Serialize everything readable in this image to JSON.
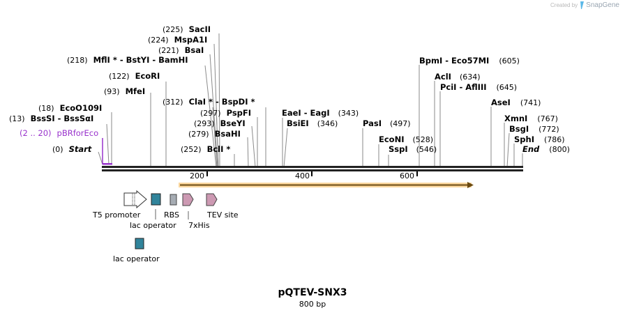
{
  "credit": {
    "prefix": "Created by",
    "brand": "SnapGene"
  },
  "title": "pQTEV-SNX3",
  "subtitle": "800 bp",
  "sequence": {
    "length": 800,
    "ruler_ticks": [
      "200",
      "400",
      "600"
    ]
  },
  "primer": {
    "label": "pBRforEco",
    "range": "(2 .. 20)",
    "color": "#9933cc"
  },
  "sites": [
    {
      "pos": "(0)",
      "name": "Start",
      "italic": true
    },
    {
      "pos": "(13)",
      "name": "BssSI  -  BssSαI"
    },
    {
      "pos": "(18)",
      "name": "EcoO109I"
    },
    {
      "pos": "(93)",
      "name": "MfeI"
    },
    {
      "pos": "(122)",
      "name": "EcoRI"
    },
    {
      "pos": "(218)",
      "name": "MflI * - BstYI  - BamHI"
    },
    {
      "pos": "(221)",
      "name": "BsaI"
    },
    {
      "pos": "(224)",
      "name": "MspA1I"
    },
    {
      "pos": "(225)",
      "name": "SacII"
    },
    {
      "pos": "(252)",
      "name": "BclI *"
    },
    {
      "pos": "(279)",
      "name": "BsaHI"
    },
    {
      "pos": "(293)",
      "name": "BseYI"
    },
    {
      "pos": "(297)",
      "name": "PspFI"
    },
    {
      "pos": "(312)",
      "name": "ClaI *  - BspDI *"
    },
    {
      "pos": "(343)",
      "name": "EaeI  - EagI"
    },
    {
      "pos": "(346)",
      "name": "BsiEI"
    },
    {
      "pos": "(497)",
      "name": "PasI"
    },
    {
      "pos": "(528)",
      "name": "EcoNI"
    },
    {
      "pos": "(546)",
      "name": "SspI"
    },
    {
      "pos": "(605)",
      "name": "BpmI  - Eco57MI"
    },
    {
      "pos": "(634)",
      "name": "AclI"
    },
    {
      "pos": "(645)",
      "name": "PciI  - AflIII"
    },
    {
      "pos": "(741)",
      "name": "AseI"
    },
    {
      "pos": "(767)",
      "name": "XmnI"
    },
    {
      "pos": "(772)",
      "name": "BsgI"
    },
    {
      "pos": "(786)",
      "name": "SphI"
    },
    {
      "pos": "(800)",
      "name": "End",
      "italic": true
    }
  ],
  "features": [
    {
      "name": "T5 promoter",
      "type": "promoter",
      "color": "#ffffff"
    },
    {
      "name": "lac operator",
      "type": "protein_bind",
      "color": "#31849b"
    },
    {
      "name": "RBS",
      "type": "rbs",
      "color": "#a6acb3"
    },
    {
      "name": "7xHis",
      "type": "tag",
      "color": "#cc99b2"
    },
    {
      "name": "TEV site",
      "type": "cleavage",
      "color": "#cc99b2"
    },
    {
      "name": "lac operator",
      "type": "protein_bind",
      "color": "#31849b"
    }
  ],
  "orf": {
    "color": "#f0a830",
    "direction": "forward"
  }
}
